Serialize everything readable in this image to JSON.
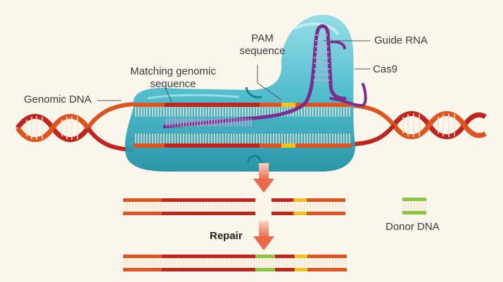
{
  "labels": {
    "pam_line1": "PAM",
    "pam_line2": "sequence",
    "guide_rna": "Guide RNA",
    "matching_line1": "Matching genomic",
    "matching_line2": "sequence",
    "cas9": "Cas9",
    "genomic_dna": "Genomic DNA",
    "repair": "Repair",
    "donor_dna": "Donor DNA"
  },
  "colors": {
    "background": "#fbf7ec",
    "dna_backbone": "#e0551f",
    "dna_dark": "#c2231b",
    "rungs": "#f3e3cf",
    "pam": "#f2c41a",
    "donor": "#8cc63f",
    "guide_rna": "#7b2d8e",
    "cas9": "#36b3c8",
    "arrow": "#f08060"
  }
}
